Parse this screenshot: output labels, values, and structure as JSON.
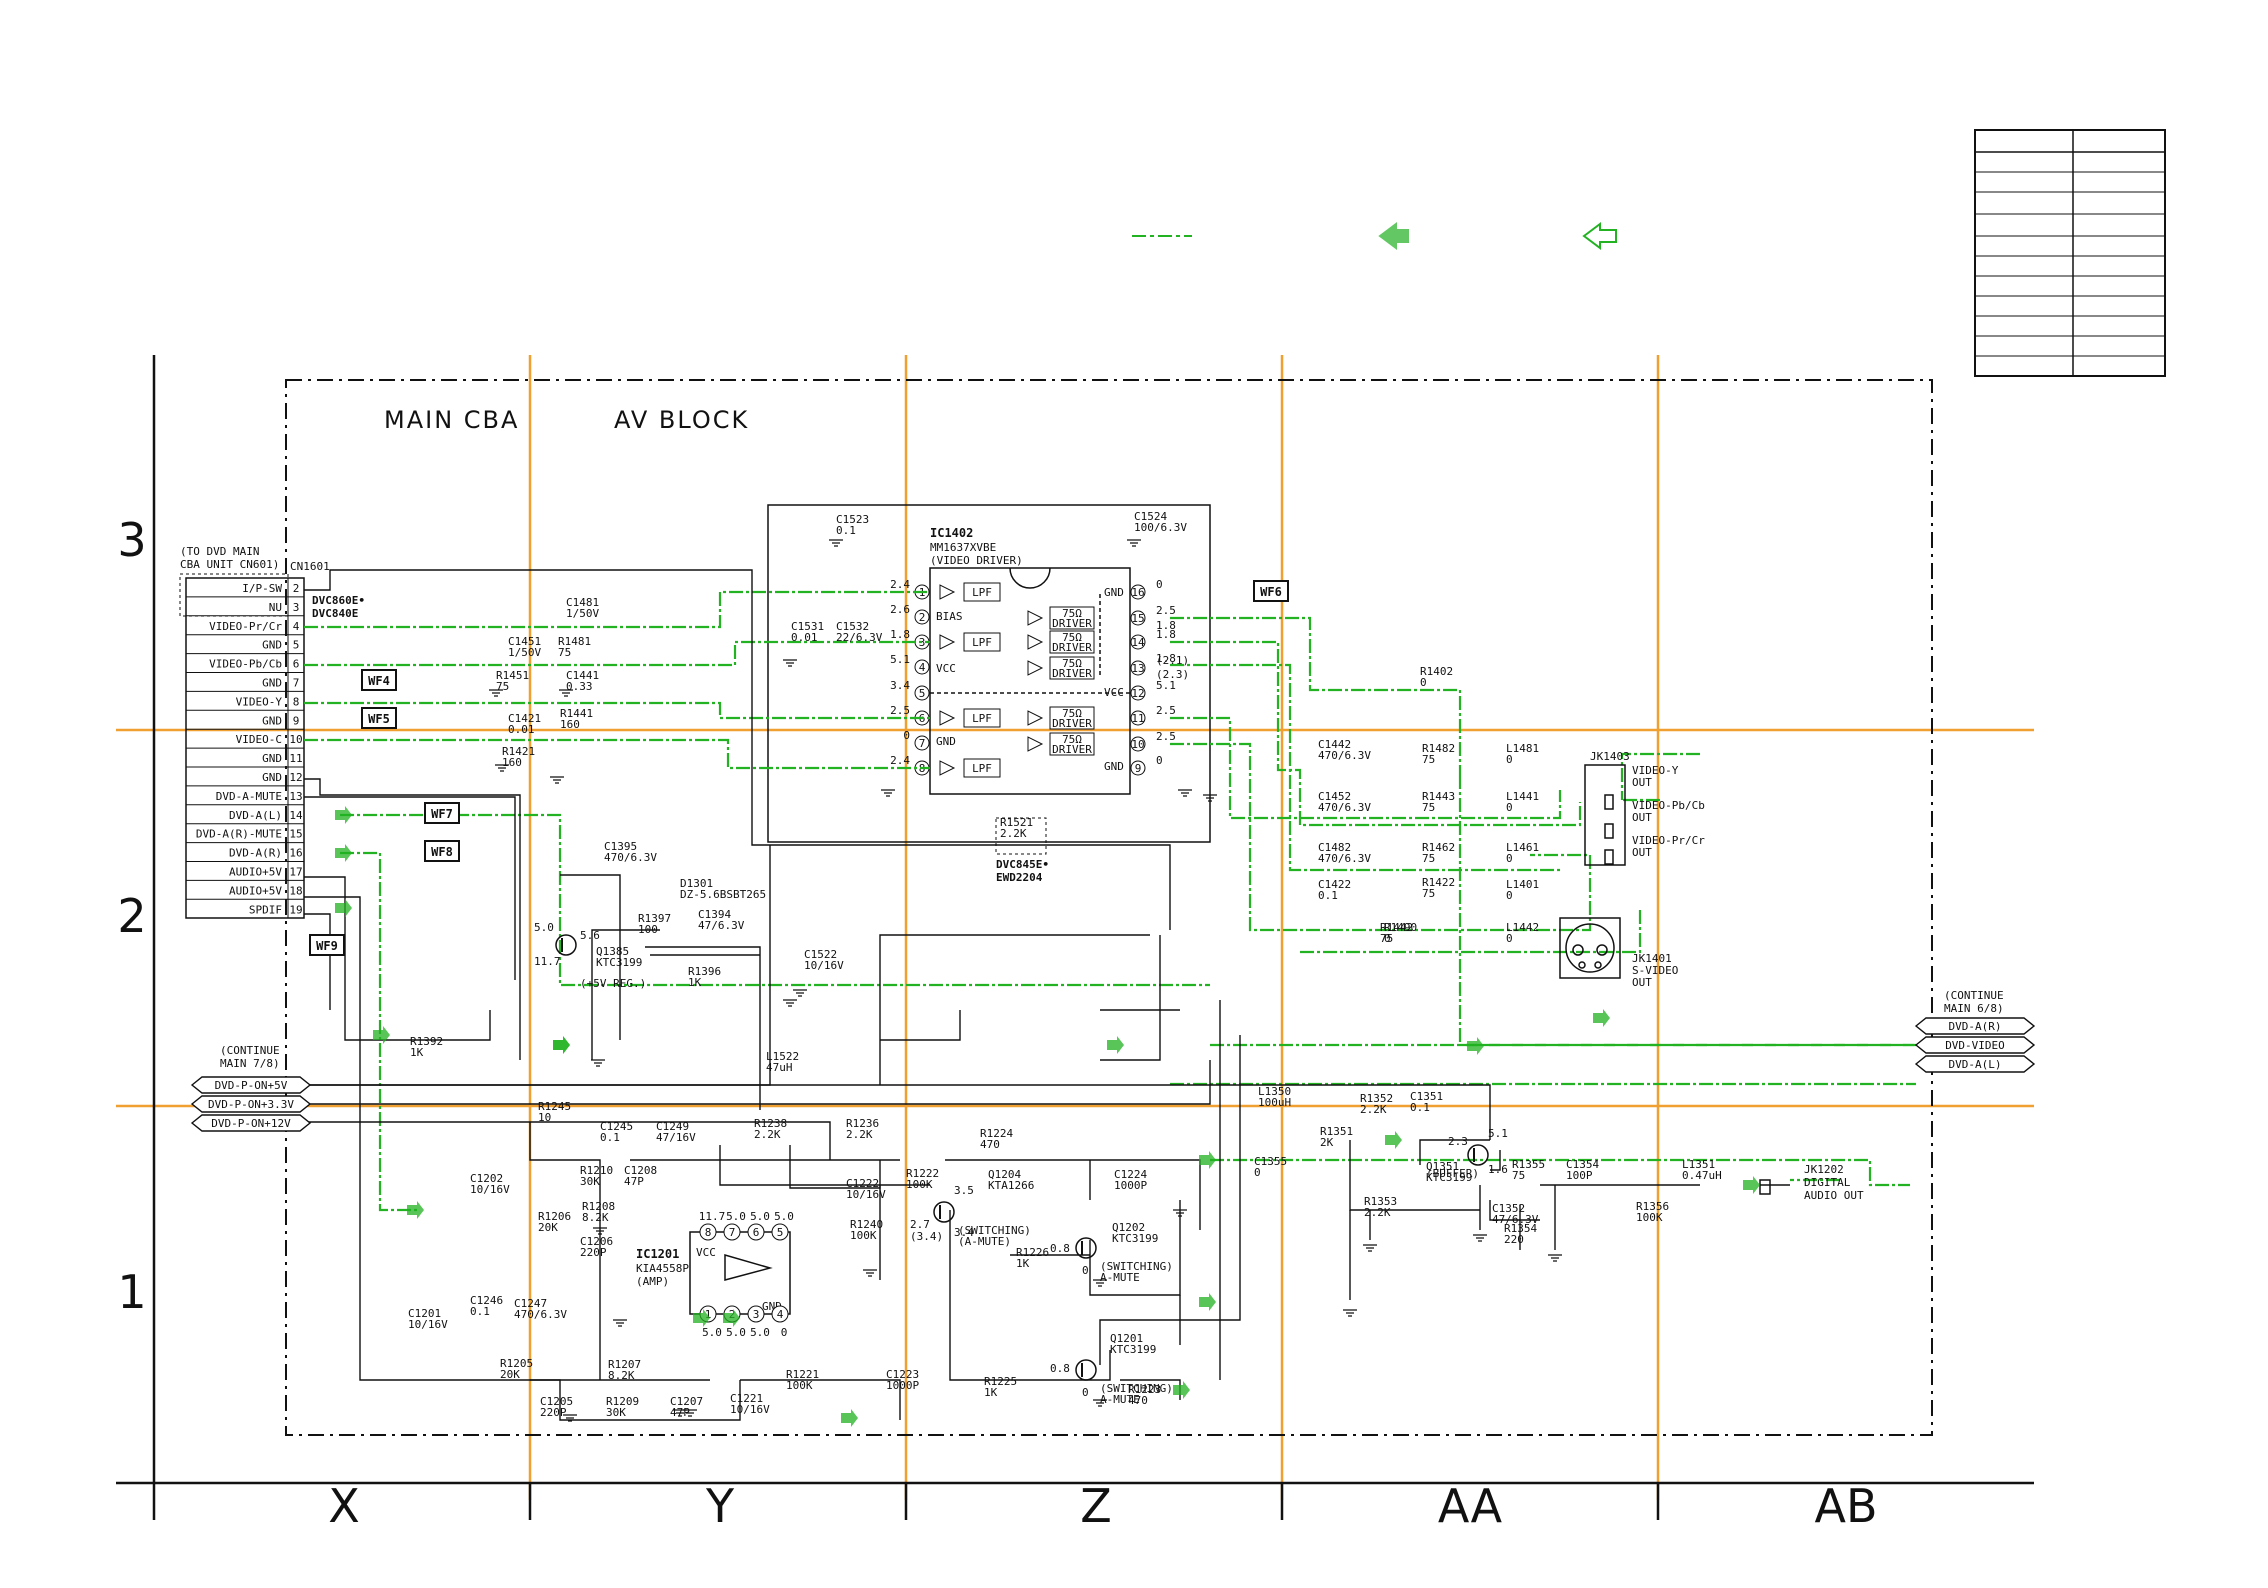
{
  "title": {
    "board": "MAIN CBA",
    "block": "AV BLOCK"
  },
  "columns": [
    "X",
    "Y",
    "Z",
    "AA",
    "AB"
  ],
  "rows": [
    "3",
    "2",
    "1"
  ],
  "connector": {
    "ref": "CN1601",
    "note1": "(TO DVD MAIN",
    "note2": "CBA UNIT CN601)",
    "variant1": "DVC860E•",
    "variant2": "DVC840E",
    "pins": [
      {
        "n": "2",
        "label": "I/P-SW"
      },
      {
        "n": "3",
        "label": "NU"
      },
      {
        "n": "4",
        "label": "VIDEO-Pr/Cr"
      },
      {
        "n": "5",
        "label": "GND"
      },
      {
        "n": "6",
        "label": "VIDEO-Pb/Cb"
      },
      {
        "n": "7",
        "label": "GND"
      },
      {
        "n": "8",
        "label": "VIDEO-Y"
      },
      {
        "n": "9",
        "label": "GND"
      },
      {
        "n": "10",
        "label": "VIDEO-C"
      },
      {
        "n": "11",
        "label": "GND"
      },
      {
        "n": "12",
        "label": "GND"
      },
      {
        "n": "13",
        "label": "DVD-A-MUTE"
      },
      {
        "n": "14",
        "label": "DVD-A(L)"
      },
      {
        "n": "15",
        "label": "DVD-A(R)-MUTE"
      },
      {
        "n": "16",
        "label": "DVD-A(R)"
      },
      {
        "n": "17",
        "label": "AUDIO+5V"
      },
      {
        "n": "18",
        "label": "AUDIO+5V"
      },
      {
        "n": "19",
        "label": "SPDIF"
      }
    ]
  },
  "waveforms": [
    "WF4",
    "WF5",
    "WF6",
    "WF7",
    "WF8",
    "WF9"
  ],
  "ic1402": {
    "ref": "IC1402",
    "part": "MM1637XVBE",
    "func": "(VIDEO DRIVER)",
    "lpf": "LPF",
    "driver": "DRIVER",
    "ohm": "75Ω",
    "bias": "BIAS",
    "vcc": "VCC",
    "gnd": "GND",
    "left_pins": [
      {
        "n": "1",
        "v": "2.4"
      },
      {
        "n": "2",
        "v": "2.6"
      },
      {
        "n": "3",
        "v": "1.8"
      },
      {
        "n": "4",
        "v": "5.1"
      },
      {
        "n": "5",
        "v": "3.4"
      },
      {
        "n": "6",
        "v": "2.5"
      },
      {
        "n": "7",
        "v": "0"
      },
      {
        "n": "8",
        "v": "2.4"
      }
    ],
    "right_pins": [
      {
        "n": "16",
        "v": "0"
      },
      {
        "n": "15",
        "v": "2.5"
      },
      {
        "n": "14",
        "v": "1.8"
      },
      {
        "n": "13",
        "v": "(2.1)"
      },
      {
        "n": "12",
        "v": "5.1"
      },
      {
        "n": "11",
        "v": "2.5"
      },
      {
        "n": "10",
        "v": "2.5"
      },
      {
        "n": "9",
        "v": "0"
      }
    ],
    "right_extra": [
      "1.8",
      "(2.3)"
    ]
  },
  "ic1201": {
    "ref": "IC1201",
    "part": "KIA4558P",
    "func": "(AMP)",
    "vcc": "VCC",
    "gnd": "GND",
    "top_pins": [
      {
        "n": "8",
        "v": "11.7"
      },
      {
        "n": "7",
        "v": "5.0"
      },
      {
        "n": "6",
        "v": "5.0"
      },
      {
        "n": "5",
        "v": "5.0"
      }
    ],
    "bot_pins": [
      {
        "n": "1",
        "v": "5.0"
      },
      {
        "n": "2",
        "v": "5.0"
      },
      {
        "n": "3",
        "v": "5.0"
      },
      {
        "n": "4",
        "v": "0"
      }
    ]
  },
  "parts": [
    {
      "ref": "C1523",
      "val": "0.1"
    },
    {
      "ref": "C1524",
      "val": "100/6.3V"
    },
    {
      "ref": "C1531",
      "val": "0.01"
    },
    {
      "ref": "C1532",
      "val": "22/6.3V"
    },
    {
      "ref": "C1481",
      "val": "1/50V"
    },
    {
      "ref": "C1451",
      "val": "1/50V"
    },
    {
      "ref": "R1481",
      "val": "75"
    },
    {
      "ref": "R1451",
      "val": "75"
    },
    {
      "ref": "C1441",
      "val": "0.33"
    },
    {
      "ref": "C1421",
      "val": "0.01"
    },
    {
      "ref": "R1441",
      "val": "160"
    },
    {
      "ref": "R1421",
      "val": "160"
    },
    {
      "ref": "R1402",
      "val": "0"
    },
    {
      "ref": "R1521",
      "val": "2.2K"
    },
    {
      "ref": "C1442",
      "val": "470/6.3V"
    },
    {
      "ref": "C1452",
      "val": "470/6.3V"
    },
    {
      "ref": "C1482",
      "val": "470/6.3V"
    },
    {
      "ref": "C1422",
      "val": "0.1"
    },
    {
      "ref": "R1482",
      "val": "75"
    },
    {
      "ref": "R1443",
      "val": "75"
    },
    {
      "ref": "R1462",
      "val": "75"
    },
    {
      "ref": "R1422",
      "val": "75"
    },
    {
      "ref": "R1442",
      "val": "75"
    },
    {
      "ref": "R1490",
      "val": "0"
    },
    {
      "ref": "L1481",
      "val": "0"
    },
    {
      "ref": "L1441",
      "val": "0"
    },
    {
      "ref": "L1461",
      "val": "0"
    },
    {
      "ref": "L1401",
      "val": "0"
    },
    {
      "ref": "L1442",
      "val": "0"
    },
    {
      "ref": "C1395",
      "val": "470/6.3V"
    },
    {
      "ref": "D1301",
      "val": "DZ-5.6BSBT265"
    },
    {
      "ref": "R1397",
      "val": "100"
    },
    {
      "ref": "C1394",
      "val": "47/6.3V"
    },
    {
      "ref": "C1522",
      "val": "10/16V"
    },
    {
      "ref": "R1396",
      "val": "1K"
    },
    {
      "ref": "Q1385",
      "val": "KTC3199"
    },
    {
      "ref": "R1392",
      "val": "1K"
    },
    {
      "ref": "L1522",
      "val": "47uH"
    },
    {
      "ref": "L1350",
      "val": "100uH"
    },
    {
      "ref": "R1352",
      "val": "2.2K"
    },
    {
      "ref": "C1351",
      "val": "0.1"
    },
    {
      "ref": "R1245",
      "val": "10"
    },
    {
      "ref": "C1245",
      "val": "0.1"
    },
    {
      "ref": "C1249",
      "val": "47/16V"
    },
    {
      "ref": "R1238",
      "val": "2.2K"
    },
    {
      "ref": "R1236",
      "val": "2.2K"
    },
    {
      "ref": "C1222",
      "val": "10/16V"
    },
    {
      "ref": "R1222",
      "val": "100K"
    },
    {
      "ref": "R1224",
      "val": "470"
    },
    {
      "ref": "C1224",
      "val": "1000P"
    },
    {
      "ref": "R1210",
      "val": "30K"
    },
    {
      "ref": "C1208",
      "val": "47P"
    },
    {
      "ref": "R1208",
      "val": "8.2K"
    },
    {
      "ref": "R1206",
      "val": "20K"
    },
    {
      "ref": "C1206",
      "val": "220P"
    },
    {
      "ref": "C1202",
      "val": "10/16V"
    },
    {
      "ref": "R1240",
      "val": "100K"
    },
    {
      "ref": "Q1204",
      "val": "KTA1266"
    },
    {
      "ref": "R1226",
      "val": "1K"
    },
    {
      "ref": "Q1202",
      "val": "KTC3199"
    },
    {
      "ref": "C1201",
      "val": "10/16V"
    },
    {
      "ref": "C1246",
      "val": "0.1"
    },
    {
      "ref": "C1247",
      "val": "470/6.3V"
    },
    {
      "ref": "R1205",
      "val": "20K"
    },
    {
      "ref": "C1205",
      "val": "220P"
    },
    {
      "ref": "R1207",
      "val": "8.2K"
    },
    {
      "ref": "R1209",
      "val": "30K"
    },
    {
      "ref": "C1207",
      "val": "47P"
    },
    {
      "ref": "C1221",
      "val": "10/16V"
    },
    {
      "ref": "R1221",
      "val": "100K"
    },
    {
      "ref": "C1223",
      "val": "1000P"
    },
    {
      "ref": "R1225",
      "val": "1K"
    },
    {
      "ref": "Q1201",
      "val": "KTC3199"
    },
    {
      "ref": "R1223",
      "val": "470"
    },
    {
      "ref": "R1351",
      "val": "2K"
    },
    {
      "ref": "C1355",
      "val": "0"
    },
    {
      "ref": "R1353",
      "val": "2.2K"
    },
    {
      "ref": "Q1351",
      "val": "KTC3199"
    },
    {
      "ref": "R1355",
      "val": "75"
    },
    {
      "ref": "C1352",
      "val": "47/6.3V"
    },
    {
      "ref": "R1354",
      "val": "220"
    },
    {
      "ref": "C1354",
      "val": "100P"
    },
    {
      "ref": "L1351",
      "val": "0.47uH"
    },
    {
      "ref": "R1356",
      "val": "100K"
    }
  ],
  "jacks": {
    "jk1403": {
      "ref": "JK1403",
      "outs": [
        [
          "VIDEO-Y",
          "OUT"
        ],
        [
          "VIDEO-Pb/Cb",
          "OUT"
        ],
        [
          "VIDEO-Pr/Cr",
          "OUT"
        ]
      ]
    },
    "jk1401": {
      "ref": "JK1401",
      "l1": "S-VIDEO",
      "l2": "OUT"
    },
    "jk1202": {
      "ref": "JK1202",
      "l1": "DIGITAL",
      "l2": "AUDIO OUT"
    }
  },
  "variant_b": {
    "l1": "DVC845E•",
    "l2": "EWD2204"
  },
  "continue_right": {
    "l1": "(CONTINUE",
    "l2": "MAIN 6/8)",
    "signals": [
      "DVD-A(R)",
      "DVD-VIDEO",
      "DVD-A(L)"
    ]
  },
  "continue_left": {
    "l1": "(CONTINUE",
    "l2": "MAIN 7/8)",
    "signals": [
      "DVD-P-ON+5V",
      "DVD-P-ON+3.3V",
      "DVD-P-ON+12V"
    ]
  },
  "transistor_notes": {
    "q1385": [
      "(+5V REG.)"
    ],
    "q1204": [
      "(SWITCHING)",
      "(A-MUTE)"
    ],
    "q1202": [
      "(SWITCHING)",
      "A-MUTE"
    ],
    "q1201": [
      "(SWITCHING)",
      "A-MUTE"
    ],
    "q1351": [
      "(BUFFER)"
    ]
  },
  "voltages": {
    "q1385": [
      "5.0",
      "5.6",
      "11.7"
    ],
    "q1204": [
      "3.5",
      "2.7",
      "(3.4)",
      "3.4"
    ],
    "q1202": [
      "0.8",
      "0"
    ],
    "q1201": [
      "0.8",
      "0"
    ],
    "q1351": [
      "2.3",
      "5.1",
      "1.6"
    ]
  },
  "colors": {
    "grid": "#f0a030",
    "signal": "#22b222",
    "line": "#111111"
  }
}
